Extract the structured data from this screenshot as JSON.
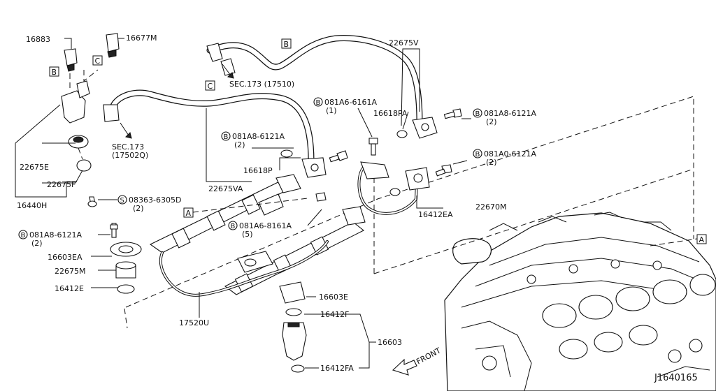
{
  "diagram_id": "J1640165",
  "front_label": "FRONT",
  "labels": {
    "p16883": "16883",
    "p16677m": "16677M",
    "p22675e": "22675E",
    "p22675f": "22675F",
    "p16440h": "16440H",
    "p08363": "08363-6305D",
    "p08363_qty": "(2)",
    "pb081a8_left": "081A8-6121A",
    "pb081a8_left_qty": "(2)",
    "p16603ea": "16603EA",
    "p22675m": "22675M",
    "p16412e": "16412E",
    "p17520u": "17520U",
    "sec173_a": "SEC.173",
    "sec173_a_ref": "(17502Q)",
    "sec173_b": "SEC.173 (17510)",
    "p22675v": "22675V",
    "pb081a6_6161a": "081A6-6161A",
    "pb081a6_6161a_qty": "(1)",
    "p16618pa": "16618PA",
    "pb081a8_right": "081A8-6121A",
    "pb081a8_right_qty": "(2)",
    "pb081a8_mid": "081A8-6121A",
    "pb081a8_mid_qty": "(2)",
    "p16618p": "16618P",
    "p22675va": "22675VA",
    "pb081a0": "081A0-6121A",
    "pb081a0_qty": "(2)",
    "p16412ea": "16412EA",
    "p22670m": "22670M",
    "pb081a6_8161a": "081A6-8161A",
    "pb081a6_8161a_qty": "(5)",
    "p16603e": "16603E",
    "p16412f": "16412F",
    "p16603": "16603",
    "p16412fa": "16412FA"
  },
  "ref_markers": {
    "a": "A",
    "b": "B",
    "c": "C",
    "bolt": "B",
    "screw": "S"
  }
}
